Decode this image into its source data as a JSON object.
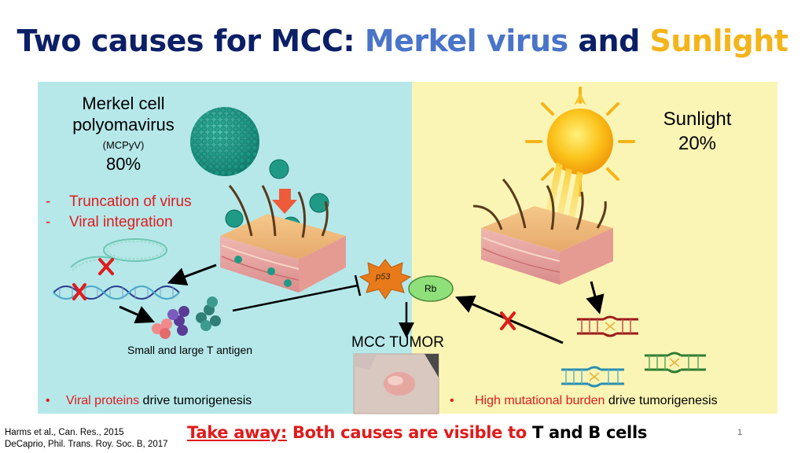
{
  "slide": {
    "title": {
      "part1": "Two causes for MCC: ",
      "part2": "Merkel virus",
      "part3": " and ",
      "part4": "Sunlight"
    },
    "left": {
      "heading1": "Merkel cell",
      "heading2": "polyomavirus",
      "abbrev": "(MCPyV)",
      "percent": "80%",
      "points": [
        {
          "dash": "-",
          "text": "Truncation of virus"
        },
        {
          "dash": "-",
          "text": "Viral integration"
        }
      ],
      "antigen_label": "Small and large T antigen",
      "bullet_mark": "•",
      "bullet_red": "Viral proteins",
      "bullet_rest": " drive tumorigenesis"
    },
    "right": {
      "heading": "Sunlight",
      "percent": "20%",
      "bullet_mark": "•",
      "bullet_red": "High mutational burden",
      "bullet_rest": " drive tumorigenesis"
    },
    "center": {
      "p53": "p53",
      "rb": "Rb",
      "tumor_label": "MCC TUMOR"
    },
    "citations": [
      "Harms et al., Can. Res., 2015",
      "DeCaprio, Phil. Trans. Roy. Soc. B, 2017"
    ],
    "takeaway": {
      "label": "Take away:",
      "middle": " Both causes are visible to ",
      "end": "T and B cells"
    },
    "page_number": "1",
    "colors": {
      "title_dark": "#0b1f66",
      "title_blue": "#4a74c9",
      "title_gold": "#f4b41a",
      "red": "#e01b1b",
      "left_bg": "#b6e8ea",
      "right_bg": "#fbf5b5"
    }
  }
}
